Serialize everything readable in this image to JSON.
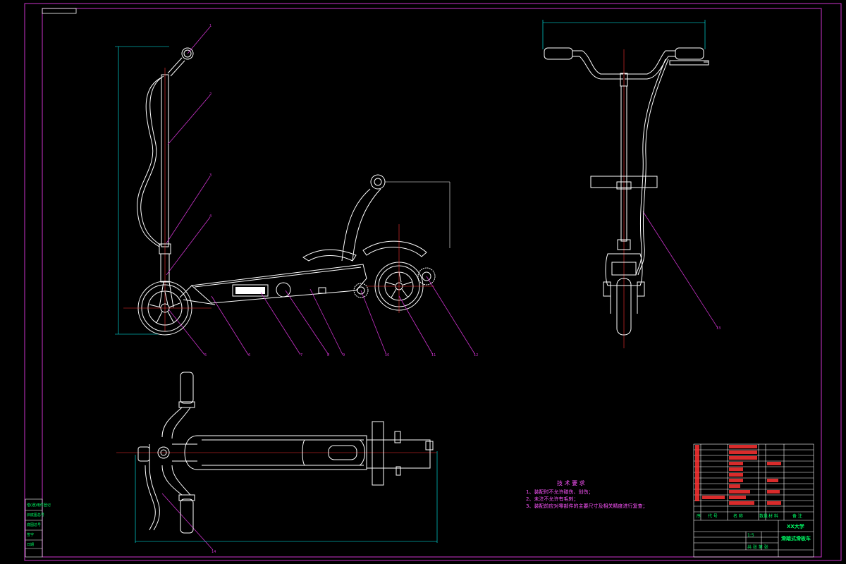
{
  "colors": {
    "frame": "#cc33cc",
    "outline": "#ffffff",
    "centerline": "#ff3333",
    "leader": "#cc33cc",
    "dimension": "#00ffff",
    "titleblock_text": "#00ff66",
    "notes": "#ff55ff"
  },
  "balloons": [
    "1",
    "2",
    "3",
    "4",
    "5",
    "6",
    "7",
    "8",
    "9",
    "10",
    "11",
    "12",
    "13",
    "14"
  ],
  "tech_notes": {
    "title": "技 术 要 求",
    "lines": [
      "1、装配时不允许碰伤、划伤；",
      "2、未注不允许有毛刺；",
      "3、装配前应对零部件的主要尺寸及相关精度进行复查；"
    ]
  },
  "title_block": {
    "school": "XX大学",
    "drawing_title": "滑踏式滑板车",
    "headers": [
      "序",
      "代 号",
      "名 称",
      "数量",
      "材 料",
      "备 注"
    ],
    "sheet_label": "共 张 第 张",
    "scale_label": "1:5"
  },
  "side_strip": {
    "labels": [
      "借(通)用件登记",
      "旧底图总号",
      "底图总号",
      "签字",
      "日期"
    ]
  },
  "icons": [
    "drawing-frame-icon",
    "scooter-side-view-icon",
    "scooter-front-view-icon",
    "scooter-top-view-icon"
  ]
}
